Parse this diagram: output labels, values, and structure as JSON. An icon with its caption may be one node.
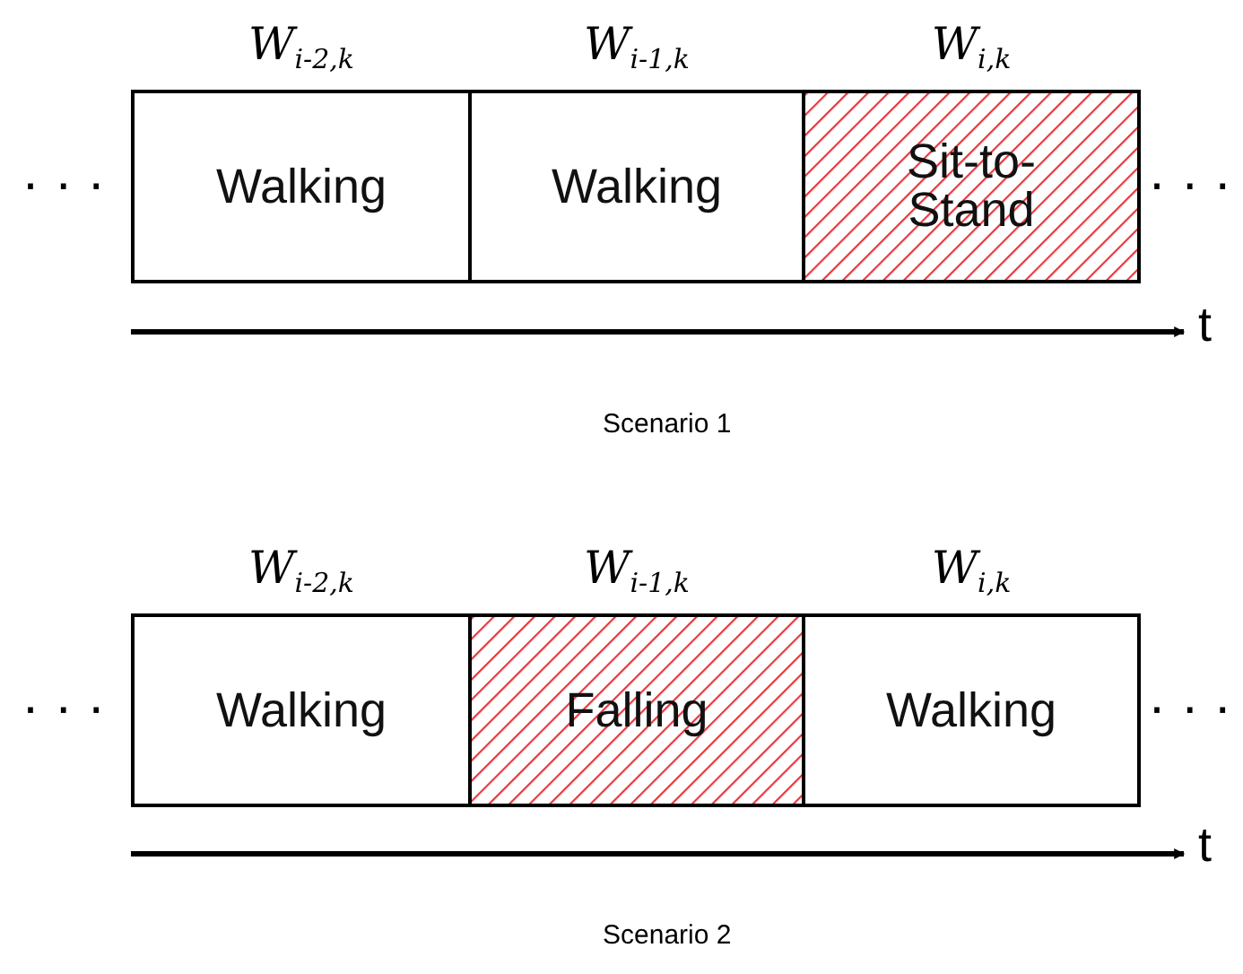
{
  "diagram": {
    "nodes": [
      {
        "text": [
          "Walking"
        ],
        "beside": [
          "W$_{i-2,k}$"
        ]
      },
      {
        "text": [
          "Walking"
        ],
        "beside": [
          "W$_{i-1,k}$"
        ]
      },
      {
        "text": [
          "Sit-to-Stand"
        ],
        "beside": [
          "W$_{i,k}$"
        ]
      },
      {
        "text": [
          "Walking"
        ],
        "beside": [
          "W$_{i-2,k}$"
        ]
      },
      {
        "text": [
          "Falling"
        ],
        "beside": [
          "W$_{i-1,k}$"
        ]
      },
      {
        "text": [
          "Walking"
        ],
        "beside": [
          "W$_{i,k}$"
        ]
      }
    ],
    "labels": [
      "· · ·",
      "· · ·",
      "t",
      "Scenario 1",
      "· · ·",
      "· · ·",
      "t",
      "Scenario 2"
    ]
  }
}
